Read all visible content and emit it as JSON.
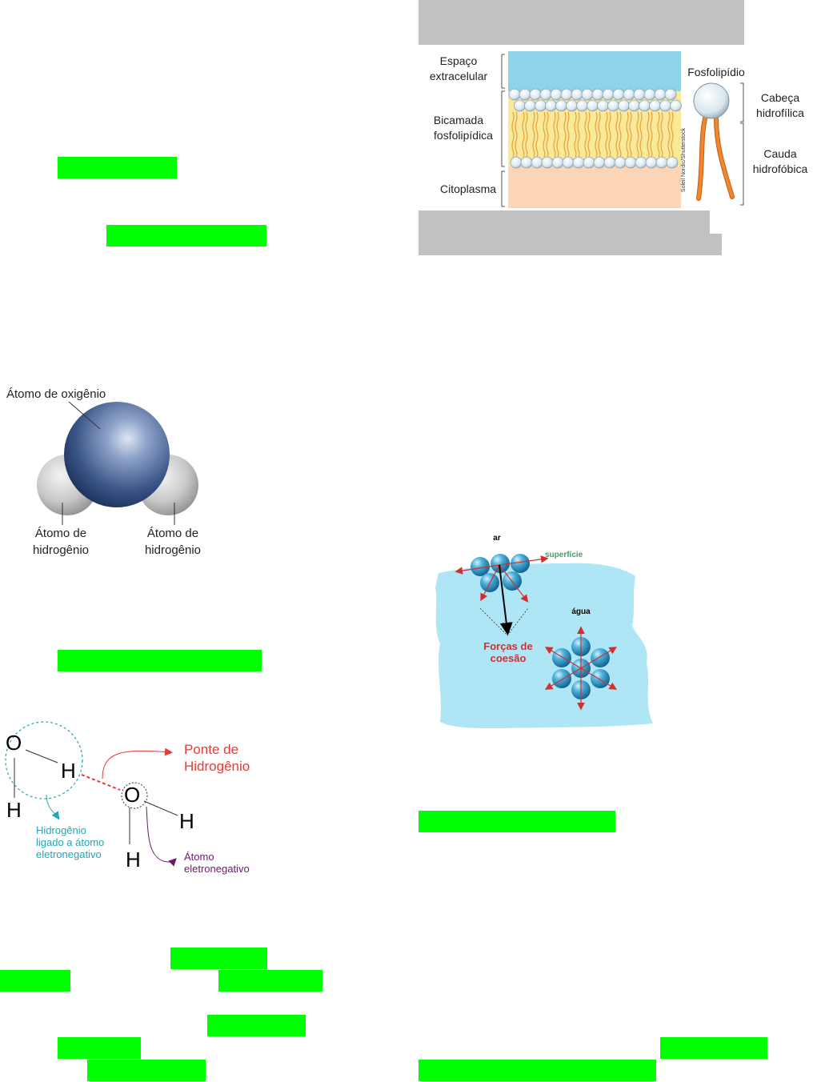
{
  "water_molecule": {
    "oxygen_label": "Átomo de oxigênio",
    "hydrogen_left_label_1": "Átomo de",
    "hydrogen_left_label_2": "hidrogênio",
    "hydrogen_right_label_1": "Átomo de",
    "hydrogen_right_label_2": "hidrogênio"
  },
  "hydrogen_bond": {
    "o1": "O",
    "h1": "H",
    "h2": "H",
    "o2": "O",
    "h3": "H",
    "h4": "H",
    "bridge_label_1": "Ponte de",
    "bridge_label_2": "Hidrogênio",
    "bonded_h_1": "Hidrogênio",
    "bonded_h_2": "ligado a átomo",
    "bonded_h_3": "eletronegativo",
    "electroneg_1": "Átomo",
    "electroneg_2": "eletronegativo"
  },
  "membrane": {
    "extracellular_1": "Espaço",
    "extracellular_2": "extracelular",
    "bilayer_1": "Bicamada",
    "bilayer_2": "fosfolipídica",
    "cytoplasm": "Citoplasma",
    "phospholipid": "Fosfolipídio",
    "head_1": "Cabeça",
    "head_2": "hidrofílica",
    "tail_1": "Cauda",
    "tail_2": "hidrofóbica",
    "credit": "Soleil Nordic/Shutterstock"
  },
  "cohesion": {
    "air": "ar",
    "surface": "superfície",
    "water": "água",
    "forces_1": "Forças de",
    "forces_2": "coesão"
  },
  "colors": {
    "highlight": "#00ff00",
    "redacted": "#c1c1c1",
    "oxygen": "#2f4a7e",
    "hydrogen": "#bfbfbf",
    "membrane_extracellular": "#8fd3e8",
    "membrane_lipid": "#fbe99a",
    "membrane_cytoplasm": "#fbd5b5",
    "tail": "#f0862e",
    "water_blue": "#aee6f5",
    "bridge_red": "#e53935",
    "teal": "#1fa7b5",
    "purple": "#6a1b6a",
    "surface_green": "#3ba55c"
  }
}
